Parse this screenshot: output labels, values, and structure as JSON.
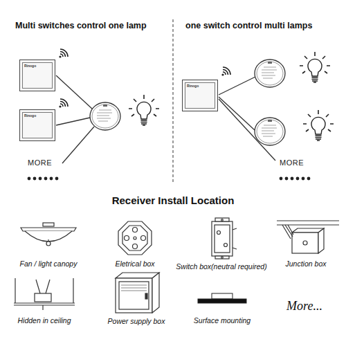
{
  "diagram": {
    "nodes": [
      {
        "text": [
          "Rinogo"
        ]
      },
      {
        "text": [
          "Rinogo"
        ]
      },
      {
        "text": [
          "Rinogo"
        ]
      }
    ],
    "labels": [
      "Multi switches control one lamp",
      "one switch control multi lamps",
      "MORE",
      "MORE",
      "Receiver Install Location",
      "Fan / light canopy",
      "Eletrical box",
      "Switch box(neutral required)",
      "Junction box",
      "Hidden in ceiling",
      "Power supply box",
      "Surface mounting",
      "More..."
    ]
  }
}
